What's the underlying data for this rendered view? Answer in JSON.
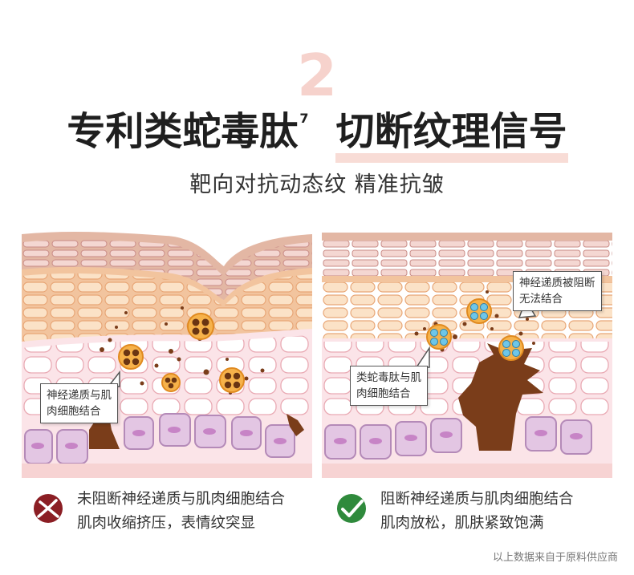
{
  "step_number": "2",
  "headline": {
    "left": "专利类蛇毒肽",
    "sup": "7",
    "right": "切断纹理信号"
  },
  "subtitle": "靶向对抗动态纹  精准抗皱",
  "left_panel": {
    "callout_line1": "神经递质与肌",
    "callout_line2": "肉细胞结合"
  },
  "right_panel": {
    "callout_top_line1": "神经递质被阻断",
    "callout_top_line2": "无法结合",
    "callout_bottom_line1": "类蛇毒肽与肌",
    "callout_bottom_line2": "肉细胞结合"
  },
  "legend_left": {
    "icon": "cross-icon",
    "color": "#8b1e24",
    "line1": "未阻断神经递质与肌肉细胞结合",
    "line2": "肌肉收缩挤压，表情纹突显"
  },
  "legend_right": {
    "icon": "check-icon",
    "color": "#2f8a3c",
    "line1": "阻断神经递质与肌肉细胞结合",
    "line2": "肌肉放松，肌肤紧致饱满"
  },
  "footnote": "以上数据来自于原料供应商",
  "colors": {
    "accent_pink": "#f6d2cc",
    "skin_brown": "#7a3d1a",
    "nerve_orange": "#f0a030",
    "blocker_blue": "#6ec6e8"
  }
}
